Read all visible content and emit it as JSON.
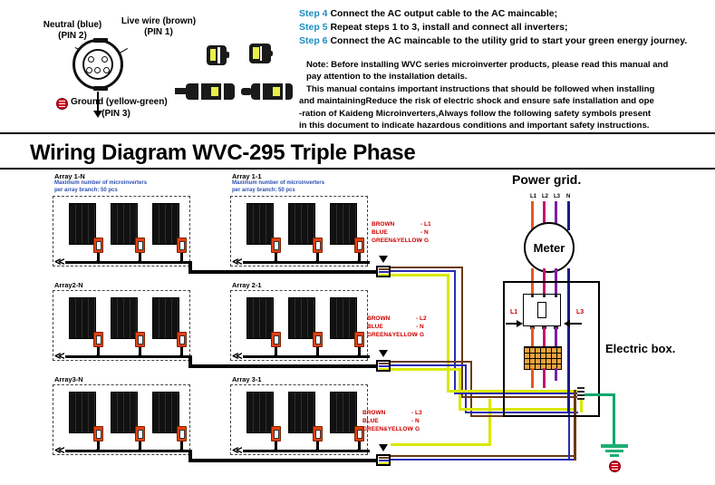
{
  "connector_diagram": {
    "neutral_label": "Neutral (blue)",
    "neutral_pin": "(PIN 2)",
    "live_label": "Live wire (brown)",
    "live_pin": "(PIN 1)",
    "ground_label": "Ground (yellow-green)",
    "ground_pin": "(PIN 3)"
  },
  "instructions": {
    "steps": [
      {
        "tag": "Step 4",
        "text": "Connect the AC output cable to the AC maincable;"
      },
      {
        "tag": "Step 5",
        "text": "Repeat steps 1 to 3, install and connect all inverters;"
      },
      {
        "tag": "Step 6",
        "text": "Connect the AC maincable to the utility grid to start your green energy journey."
      }
    ],
    "note_lines": [
      "Note: Before installing WVC series microinverter products, please read this manual and",
      "pay attention to the installation details.",
      "This manual contains important instructions that should be followed when installing",
      "and maintainingReduce the risk of electric shock and ensure safe installation and ope",
      "-ration of Kaideng Microinverters,Always follow the following safety symbols present",
      "in this document to indicate hazardous conditions and important safety instructions."
    ]
  },
  "title": "Wiring Diagram WVC-295 Triple Phase",
  "arrays": [
    {
      "label": "Array 1-N",
      "note_line1": "Maximum number of microinverters",
      "note_line2": "per array branch: 50 pcs"
    },
    {
      "label": "Array 1-1",
      "note_line1": "Maximum number of microinverters",
      "note_line2": "per array branch: 50 pcs"
    },
    {
      "label": "Array2-N",
      "note_line1": "",
      "note_line2": ""
    },
    {
      "label": "Array 2-1",
      "note_line1": "",
      "note_line2": ""
    },
    {
      "label": "Array3-N",
      "note_line1": "",
      "note_line2": ""
    },
    {
      "label": "Array 3-1",
      "note_line1": "",
      "note_line2": ""
    }
  ],
  "wire_legends": [
    {
      "rows": [
        {
          "color": "BROWN",
          "code": "- L1"
        },
        {
          "color": "BLUE",
          "code": "- N"
        },
        {
          "color": "GREEN&YELLOW",
          "code": "- G"
        }
      ]
    },
    {
      "rows": [
        {
          "color": "BROWN",
          "code": "- L2"
        },
        {
          "color": "BLUE",
          "code": "- N"
        },
        {
          "color": "GREEN&YELLOW",
          "code": "- G"
        }
      ]
    },
    {
      "rows": [
        {
          "color": "BROWN",
          "code": "- L3"
        },
        {
          "color": "BLUE",
          "code": "- N"
        },
        {
          "color": "GREEN&YELLOW",
          "code": "- G"
        }
      ]
    }
  ],
  "power_grid": {
    "title": "Power grid.",
    "phases": [
      "L1",
      "L2",
      "L3",
      "N"
    ],
    "meter_label": "Meter"
  },
  "electric_box": {
    "name": "Electric box.",
    "left_tap": "L1",
    "right_tap": "L3"
  },
  "colors": {
    "step_tag": "#1b8ec2",
    "array_note": "#2d4fb0",
    "wire_legend": "#cc0000",
    "brown": "#6b3a12",
    "blue": "#2a2ab4",
    "green_yellow": "#d8e800",
    "ground_green": "#00a86b",
    "inverter": "#e8400f",
    "grid_l1": "#e8581f",
    "grid_l2": "#c2186b",
    "grid_l3": "#7b1fa2",
    "grid_n": "#1a1a8c"
  }
}
